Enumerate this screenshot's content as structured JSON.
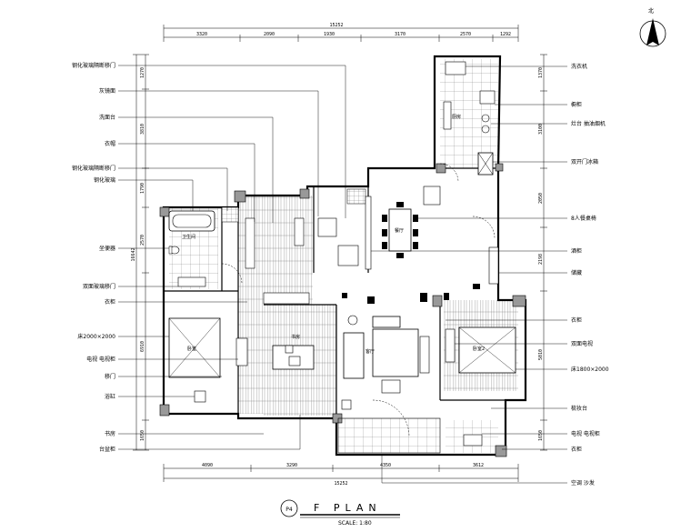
{
  "north": {
    "label": "北"
  },
  "dimensions": {
    "top_total": "15252",
    "top": [
      "3320",
      "2090",
      "1930",
      "3170",
      "2570",
      "1292"
    ],
    "bottom_total": "15252",
    "bottom": [
      "4090",
      "3290",
      "4350",
      "3612"
    ],
    "left_total": "16642",
    "left": [
      "1270",
      "3810",
      "1790",
      "2570",
      "6910",
      "1650"
    ],
    "right": [
      "1370",
      "3100",
      "2050",
      "2198",
      "5010",
      "1650"
    ]
  },
  "labels_left": [
    "钢化玻璃隔断移门",
    "灰镜面",
    "洗面台",
    "衣帽",
    "钢化玻璃隔断移门",
    "钢化玻璃",
    "坐便器",
    "双面玻璃移门",
    "衣柜",
    "床2000×2000",
    "电视 电视柜",
    "移门",
    "浴缸",
    "书房",
    "台盆柜"
  ],
  "labels_right": [
    "洗衣机",
    "橱柜",
    "灶台 抽油烟机",
    "双开门冰箱",
    "8人餐桌椅",
    "酒柜",
    "储藏",
    "衣柜",
    "双面电视",
    "床1800×2000",
    "梳妆台",
    "电视 电视柜",
    "衣柜",
    "空调 沙发"
  ],
  "rooms": {
    "dining": "餐厅",
    "living": "客厅",
    "bedroom": "卧室",
    "bedroom2": "卧室2",
    "study": "书房",
    "kitchen": "厨房",
    "bath": "卫生间"
  },
  "title": {
    "code": "P4",
    "text": "F PLAN",
    "scale": "SCALE: 1:80"
  }
}
